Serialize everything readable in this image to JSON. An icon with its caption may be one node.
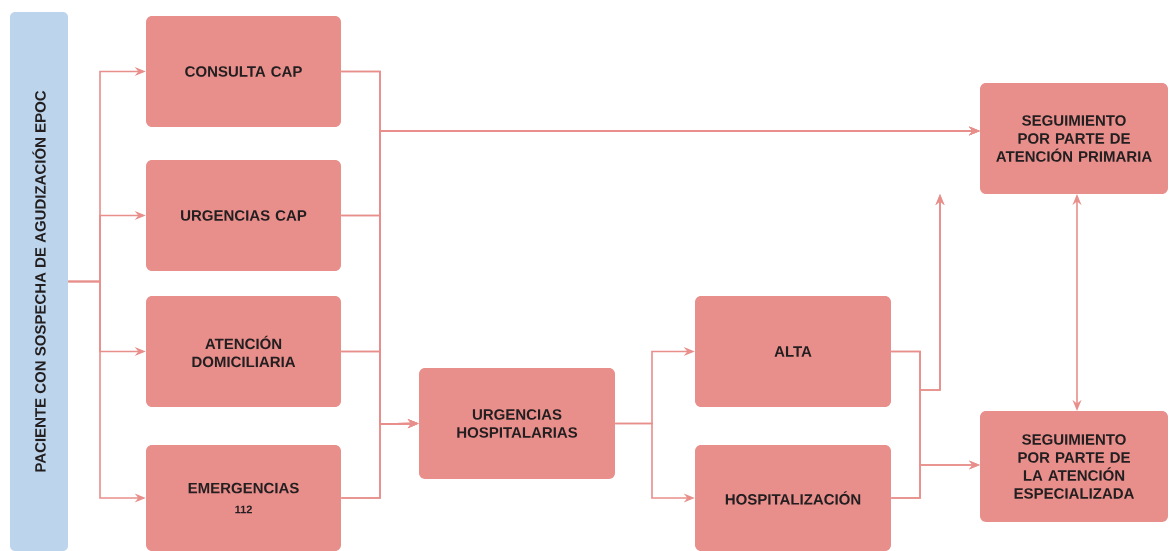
{
  "diagram": {
    "nodes": [
      {
        "text": [
          "PACIENTE CON SOSPECHA DE AGUDIZACIÓN EPOC"
        ]
      },
      {
        "text": [
          "CONSULTA CAP"
        ]
      },
      {
        "text": [
          "URGENCIAS CAP"
        ]
      },
      {
        "text": [
          "ATENCIÓN DOMICILIARIA"
        ]
      },
      {
        "text": [
          "EMERGENCIAS",
          "112"
        ]
      },
      {
        "text": [
          "URGENCIAS HOSPITALARIAS"
        ]
      },
      {
        "text": [
          "ALTA"
        ]
      },
      {
        "text": [
          "HOSPITALIZACIÓN"
        ]
      },
      {
        "text": [
          "SEGUIMIENTO POR PARTE DE ATENCIÓN PRIMARIA"
        ]
      },
      {
        "text": [
          "SEGUIMIENTO POR PARTE DE LA ATENCIÓN ESPECIALIZADA"
        ]
      }
    ],
    "edges": [
      {
        "from": 0,
        "to": 1,
        "arrow": "to"
      },
      {
        "from": 0,
        "to": 2,
        "arrow": "to"
      },
      {
        "from": 0,
        "to": 3,
        "arrow": "to"
      },
      {
        "from": 0,
        "to": 4,
        "arrow": "to"
      },
      {
        "from": 1,
        "to": 5,
        "arrow": "to"
      },
      {
        "from": 2,
        "to": 5,
        "arrow": "to"
      },
      {
        "from": 3,
        "to": 5,
        "arrow": "to"
      },
      {
        "from": 4,
        "to": 5,
        "arrow": "to"
      },
      {
        "from": 1,
        "to": 8,
        "arrow": "to"
      },
      {
        "from": 2,
        "to": 8,
        "arrow": "to"
      },
      {
        "from": 3,
        "to": 8,
        "arrow": "to"
      },
      {
        "from": 4,
        "to": 8,
        "arrow": "to"
      },
      {
        "from": 5,
        "to": 6,
        "arrow": "to"
      },
      {
        "from": 5,
        "to": 7,
        "arrow": "to"
      },
      {
        "from": 6,
        "to": 8,
        "arrow": "to"
      },
      {
        "from": 7,
        "to": 8,
        "arrow": "to"
      },
      {
        "from": 6,
        "to": 9,
        "arrow": "to"
      },
      {
        "from": 7,
        "to": 9,
        "arrow": "to"
      },
      {
        "from": 8,
        "to": 9,
        "arrow": "both"
      }
    ]
  }
}
